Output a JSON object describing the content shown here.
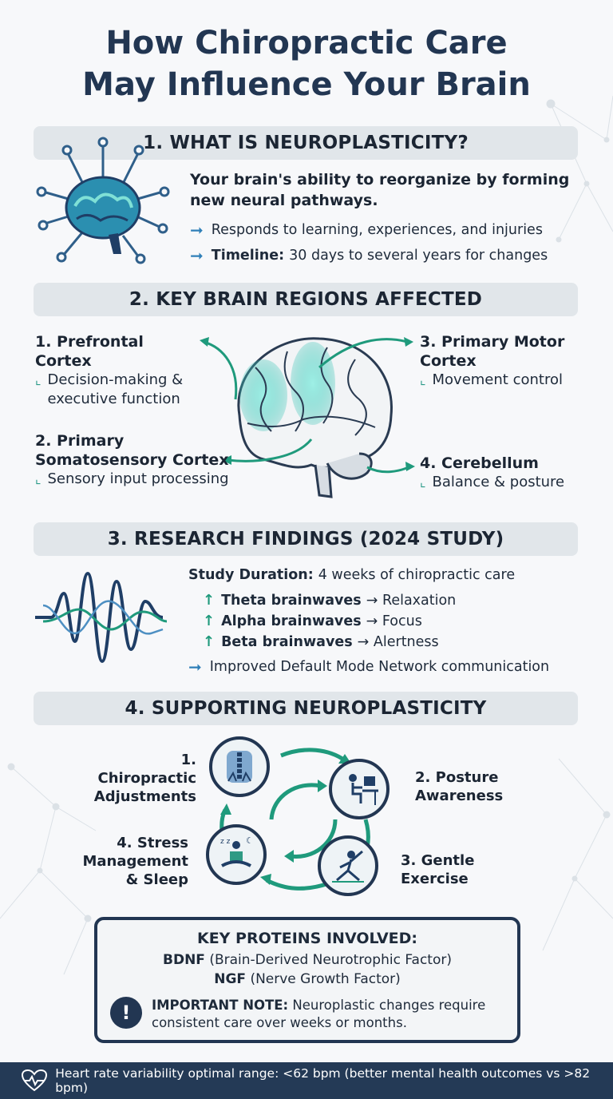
{
  "title": {
    "line1": "How Chiropractic Care",
    "line2": "May Influence Your Brain"
  },
  "sections": {
    "s1": {
      "heading": "1. WHAT IS NEUROPLASTICITY?",
      "lead": "Your brain's ability to reorganize by forming new neural pathways.",
      "bullet1": "Responds to learning, experiences, and injuries",
      "bullet2_label": "Timeline:",
      "bullet2_text": "30 days to several years for changes"
    },
    "s2": {
      "heading": "2. KEY BRAIN REGIONS AFFECTED",
      "regions": [
        {
          "name": "1. Prefrontal Cortex",
          "desc": "Decision-making & executive function"
        },
        {
          "name": "2. Primary Somatosensory Cortex",
          "desc": "Sensory input processing"
        },
        {
          "name": "3. Primary Motor Cortex",
          "desc": "Movement control"
        },
        {
          "name": "4. Cerebellum",
          "desc": "Balance & posture"
        }
      ]
    },
    "s3": {
      "heading": "3. RESEARCH FINDINGS (2024 STUDY)",
      "duration_label": "Study Duration:",
      "duration_text": "4 weeks of chiropractic care",
      "findings": [
        {
          "label": "Theta brainwaves",
          "result": "→ Relaxation"
        },
        {
          "label": "Alpha brainwaves",
          "result": "→ Focus"
        },
        {
          "label": "Beta brainwaves",
          "result": "→ Alertness"
        }
      ],
      "improvement": "Improved Default Mode Network communication"
    },
    "s4": {
      "heading": "4. SUPPORTING NEUROPLASTICITY",
      "steps": [
        {
          "line1": "1. Chiropractic",
          "line2": "Adjustments",
          "line3": ""
        },
        {
          "line1": "2. Posture",
          "line2": "Awareness",
          "line3": ""
        },
        {
          "line1": "3. Gentle",
          "line2": "Exercise",
          "line3": ""
        },
        {
          "line1": "4. Stress",
          "line2": "Management",
          "line3": "& Sleep"
        }
      ]
    }
  },
  "proteins": {
    "heading": "KEY PROTEINS INVOLVED:",
    "items": [
      {
        "abbr": "BDNF",
        "full": "(Brain-Derived Neurotrophic Factor)"
      },
      {
        "abbr": "NGF",
        "full": "(Nerve Growth Factor)"
      }
    ],
    "note_label": "IMPORTANT NOTE:",
    "note_text": "Neuroplastic changes require consistent care over weeks or months."
  },
  "footer": {
    "text": "Heart rate variability optimal range: <62 bpm (better mental health outcomes vs >82 bpm)"
  },
  "colors": {
    "navy": "#223652",
    "teal": "#1f9a7c",
    "blue": "#2f7fb8",
    "bar": "#e1e6ea"
  },
  "icons": [
    "brain-circuit-icon",
    "brain-illustration",
    "brainwave-icon",
    "spine-icon",
    "desk-posture-icon",
    "exercise-icon",
    "meditation-icon",
    "exclamation-icon",
    "heart-pulse-icon"
  ]
}
